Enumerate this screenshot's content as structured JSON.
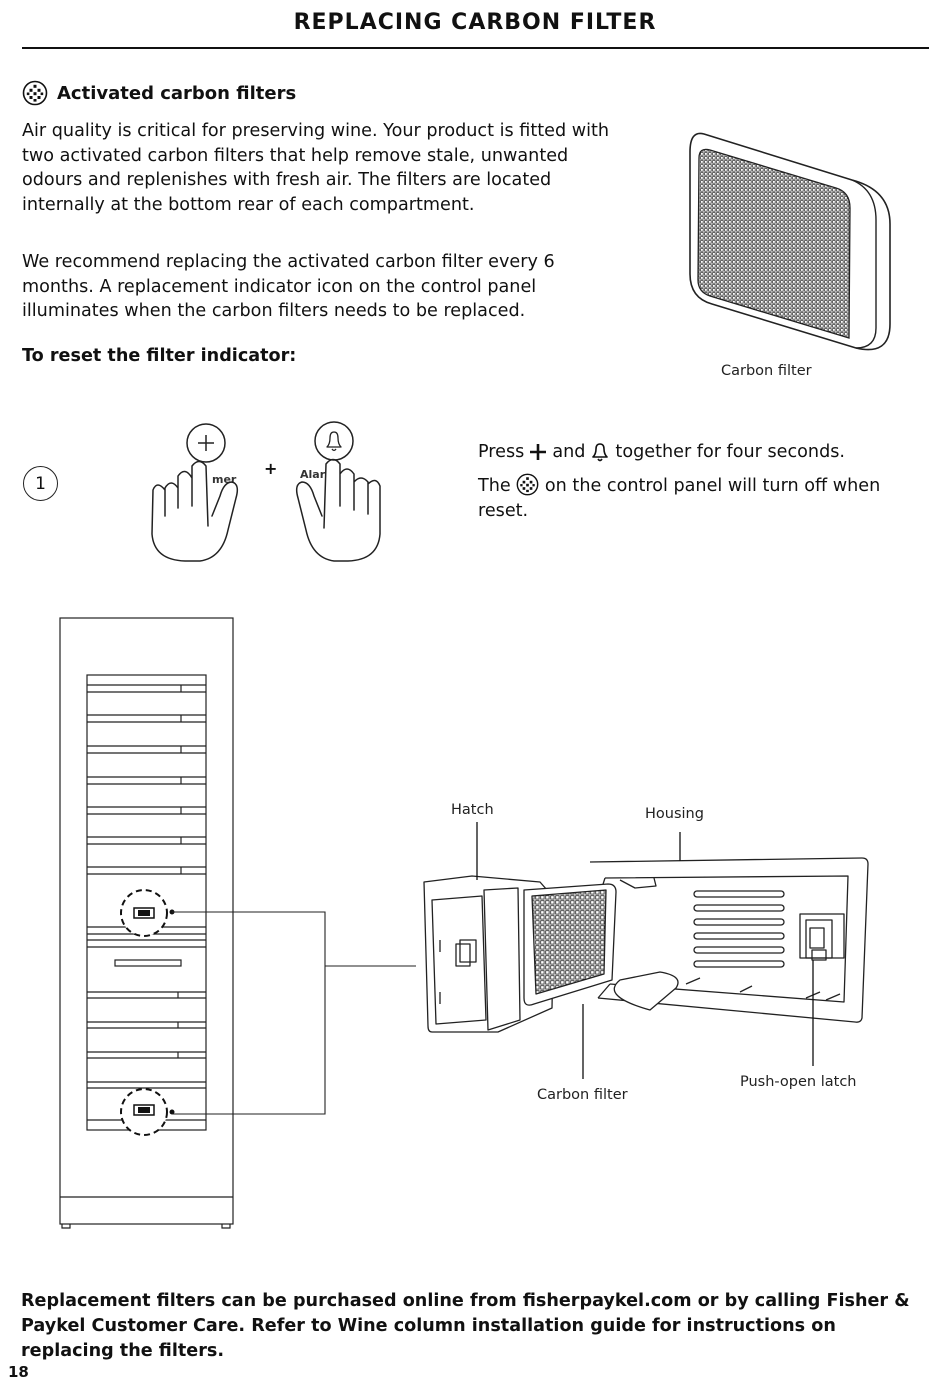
{
  "page": {
    "title": "REPLACING CARBON FILTER",
    "number": "18"
  },
  "section": {
    "icon": "carbon-filter-icon",
    "heading": "Activated carbon filters",
    "paragraph_1": "Air quality is critical for preserving wine. Your product is fitted with two activated carbon filters that help remove stale, unwanted odours and replenishes with fresh air. The filters are located internally at the bottom rear of each compartment.",
    "paragraph_2": "We recommend replacing the activated carbon filter every 6 months. A replacement indicator icon on the control panel illuminates when the carbon filters needs to be replaced.",
    "reset_heading": "To reset the filter indicator:"
  },
  "filter_figure": {
    "caption": "Carbon filter"
  },
  "step": {
    "number": "1",
    "plus_sign": "+",
    "timer_label": "mer",
    "alarm_label": "Alar",
    "instruction_pre": "Press",
    "instruction_and": "and",
    "instruction_post": "together for four seconds.",
    "status_pre": "The",
    "status_post": "on the control panel will turn off when reset."
  },
  "diagram": {
    "labels": {
      "hatch": "Hatch",
      "housing": "Housing",
      "carbon_filter": "Carbon filter",
      "push_open_latch": "Push-open latch"
    }
  },
  "footer": {
    "text": "Replacement filters can be purchased online from fisherpaykel.com or by calling Fisher & Paykel Customer Care. Refer to Wine column installation guide for instructions on replacing the filters."
  }
}
